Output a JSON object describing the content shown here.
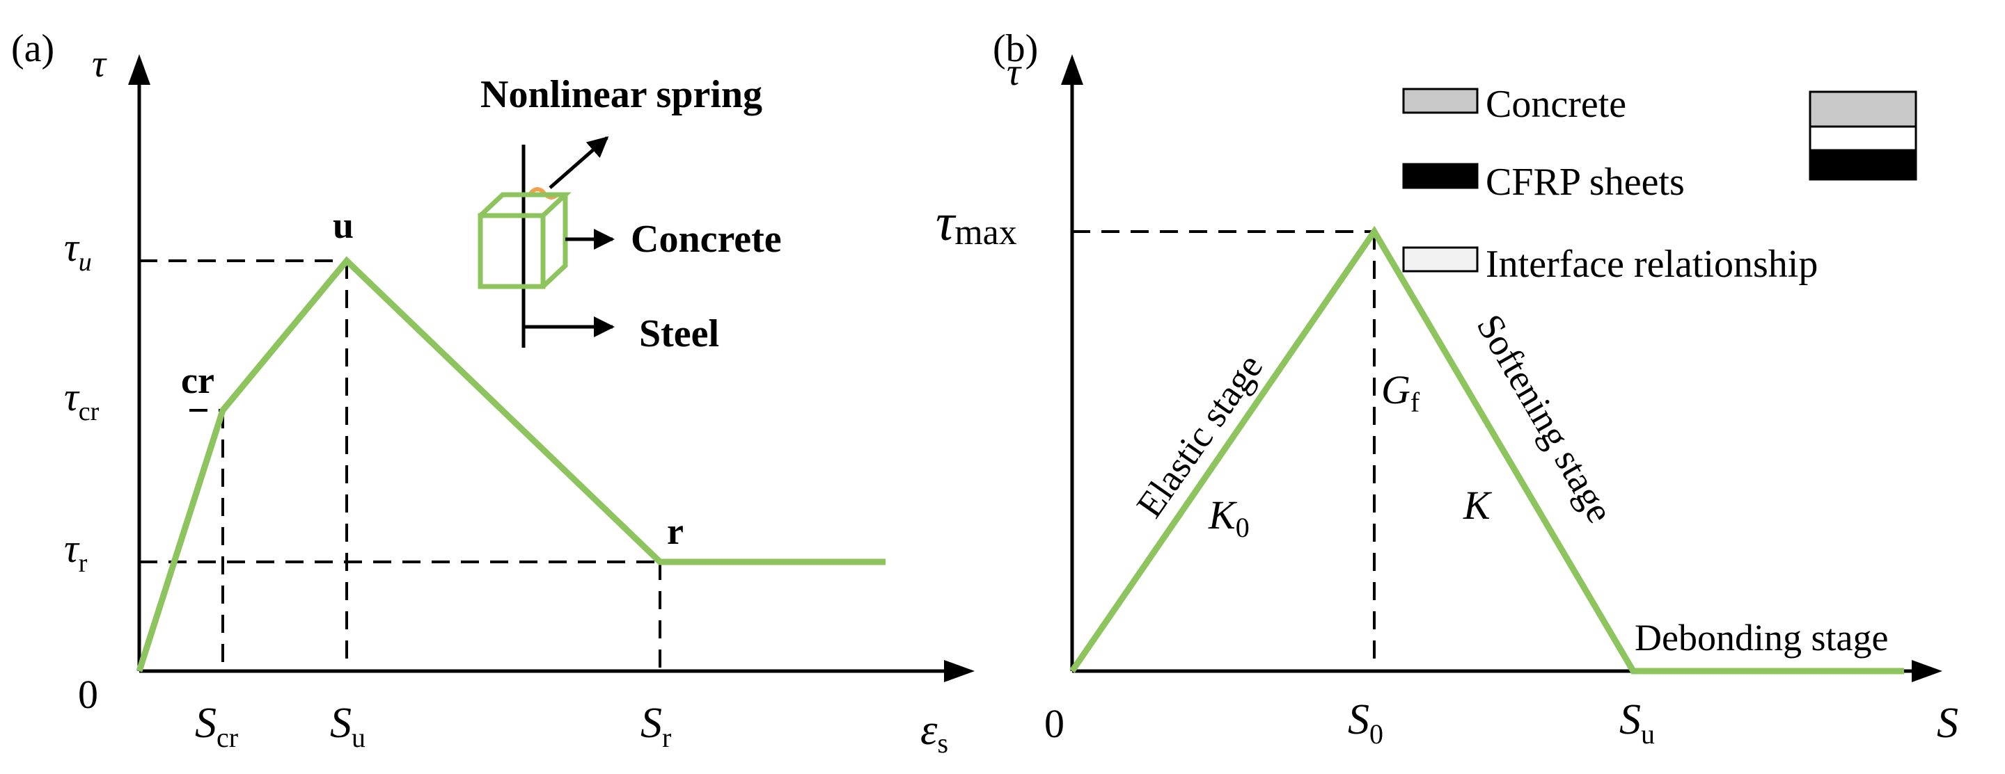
{
  "panel_a": {
    "tag": "(a)",
    "y_axis_label": "τ",
    "x_axis_label": "ε",
    "x_axis_label_sub": "s",
    "origin": "0",
    "y_ticks": [
      {
        "base": "τ",
        "sub": "u"
      },
      {
        "base": "τ",
        "sub": "cr"
      },
      {
        "base": "τ",
        "sub": "r"
      }
    ],
    "x_ticks": [
      {
        "base": "S",
        "sub": "cr"
      },
      {
        "base": "S",
        "sub": "u"
      },
      {
        "base": "S",
        "sub": "r"
      }
    ],
    "points": {
      "cr": "cr",
      "u": "u",
      "r": "r"
    },
    "inset": {
      "spring": "Nonlinear spring",
      "concrete": "Concrete",
      "steel": "Steel"
    }
  },
  "panel_b": {
    "tag": "(b)",
    "y_axis_label": "τ",
    "x_axis_label": "S",
    "origin": "0",
    "y_tick": {
      "base": "τ",
      "sub": "max"
    },
    "x_ticks": [
      {
        "base": "S",
        "sub": "0"
      },
      {
        "base": "S",
        "sub": "u"
      }
    ],
    "stages": {
      "elastic": "Elastic stage",
      "softening": "Softening stage",
      "debonding": "Debonding stage"
    },
    "symbols": {
      "k0_base": "K",
      "k0_sub": "0",
      "k": "K",
      "gf_base": "G",
      "gf_sub": "f"
    },
    "legend": [
      {
        "label": "Concrete",
        "color": "#c8c8c8"
      },
      {
        "label": "CFRP sheets",
        "color": "#000000"
      },
      {
        "label": "Interface relationship",
        "color": "#f2f2f2"
      }
    ]
  },
  "colors": {
    "curve": "#8dc45e",
    "spring": "#f0a050"
  }
}
